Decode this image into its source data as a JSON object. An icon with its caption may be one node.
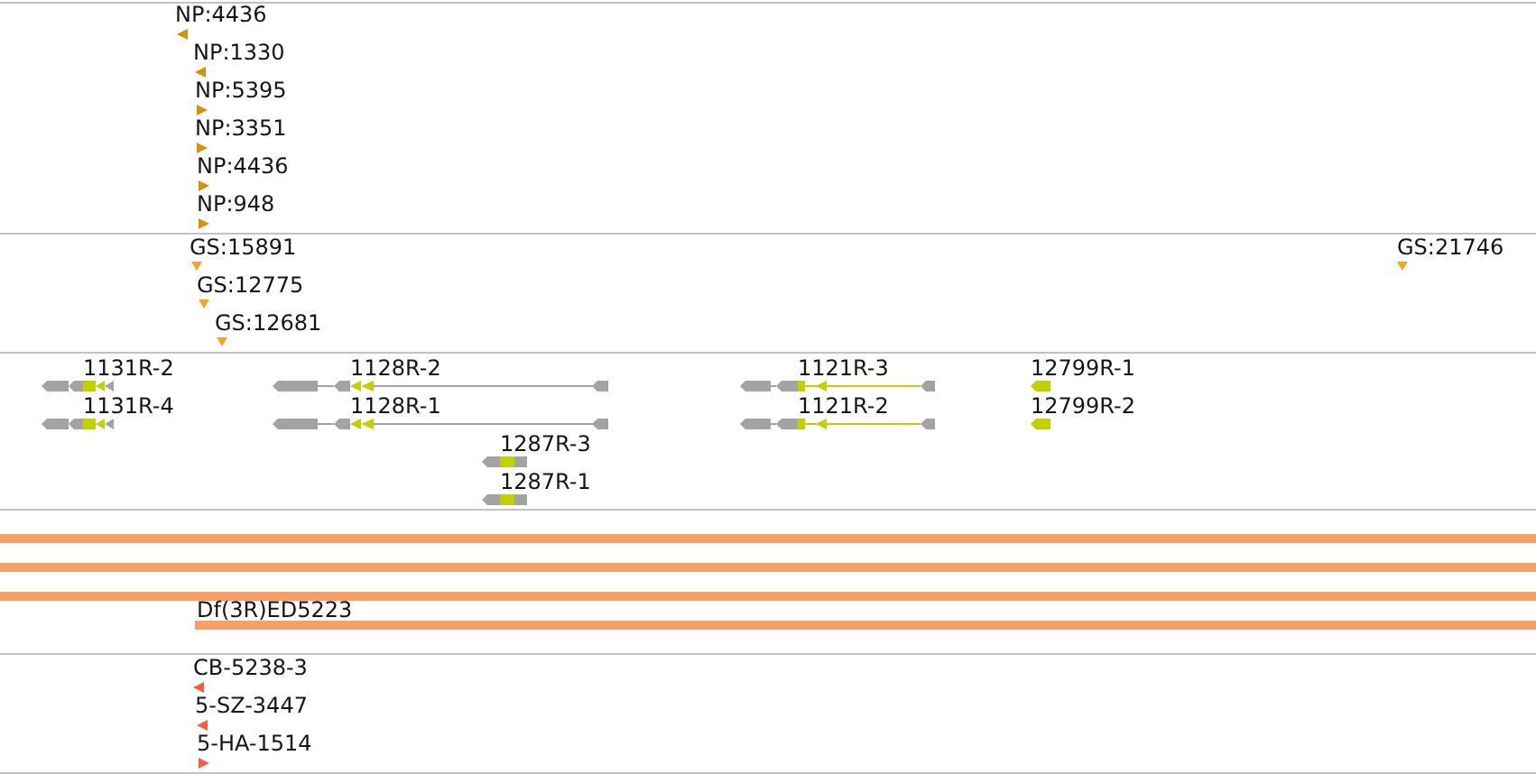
{
  "diagram": {
    "labels": [
      "NP:4436",
      "NP:1330",
      "NP:5395",
      "NP:3351",
      "NP:4436",
      "NP:948",
      "GS:15891",
      "GS:21746",
      "GS:12775",
      "GS:12681",
      "1131R-2",
      "1128R-2",
      "1121R-3",
      "12799R-1",
      "1131R-4",
      "1128R-1",
      "1121R-2",
      "12799R-2",
      "1287R-3",
      "1287R-1",
      "Df(3R)ED5223",
      "CB-5238-3",
      "5-SZ-3447",
      "5-HA-1514"
    ]
  }
}
